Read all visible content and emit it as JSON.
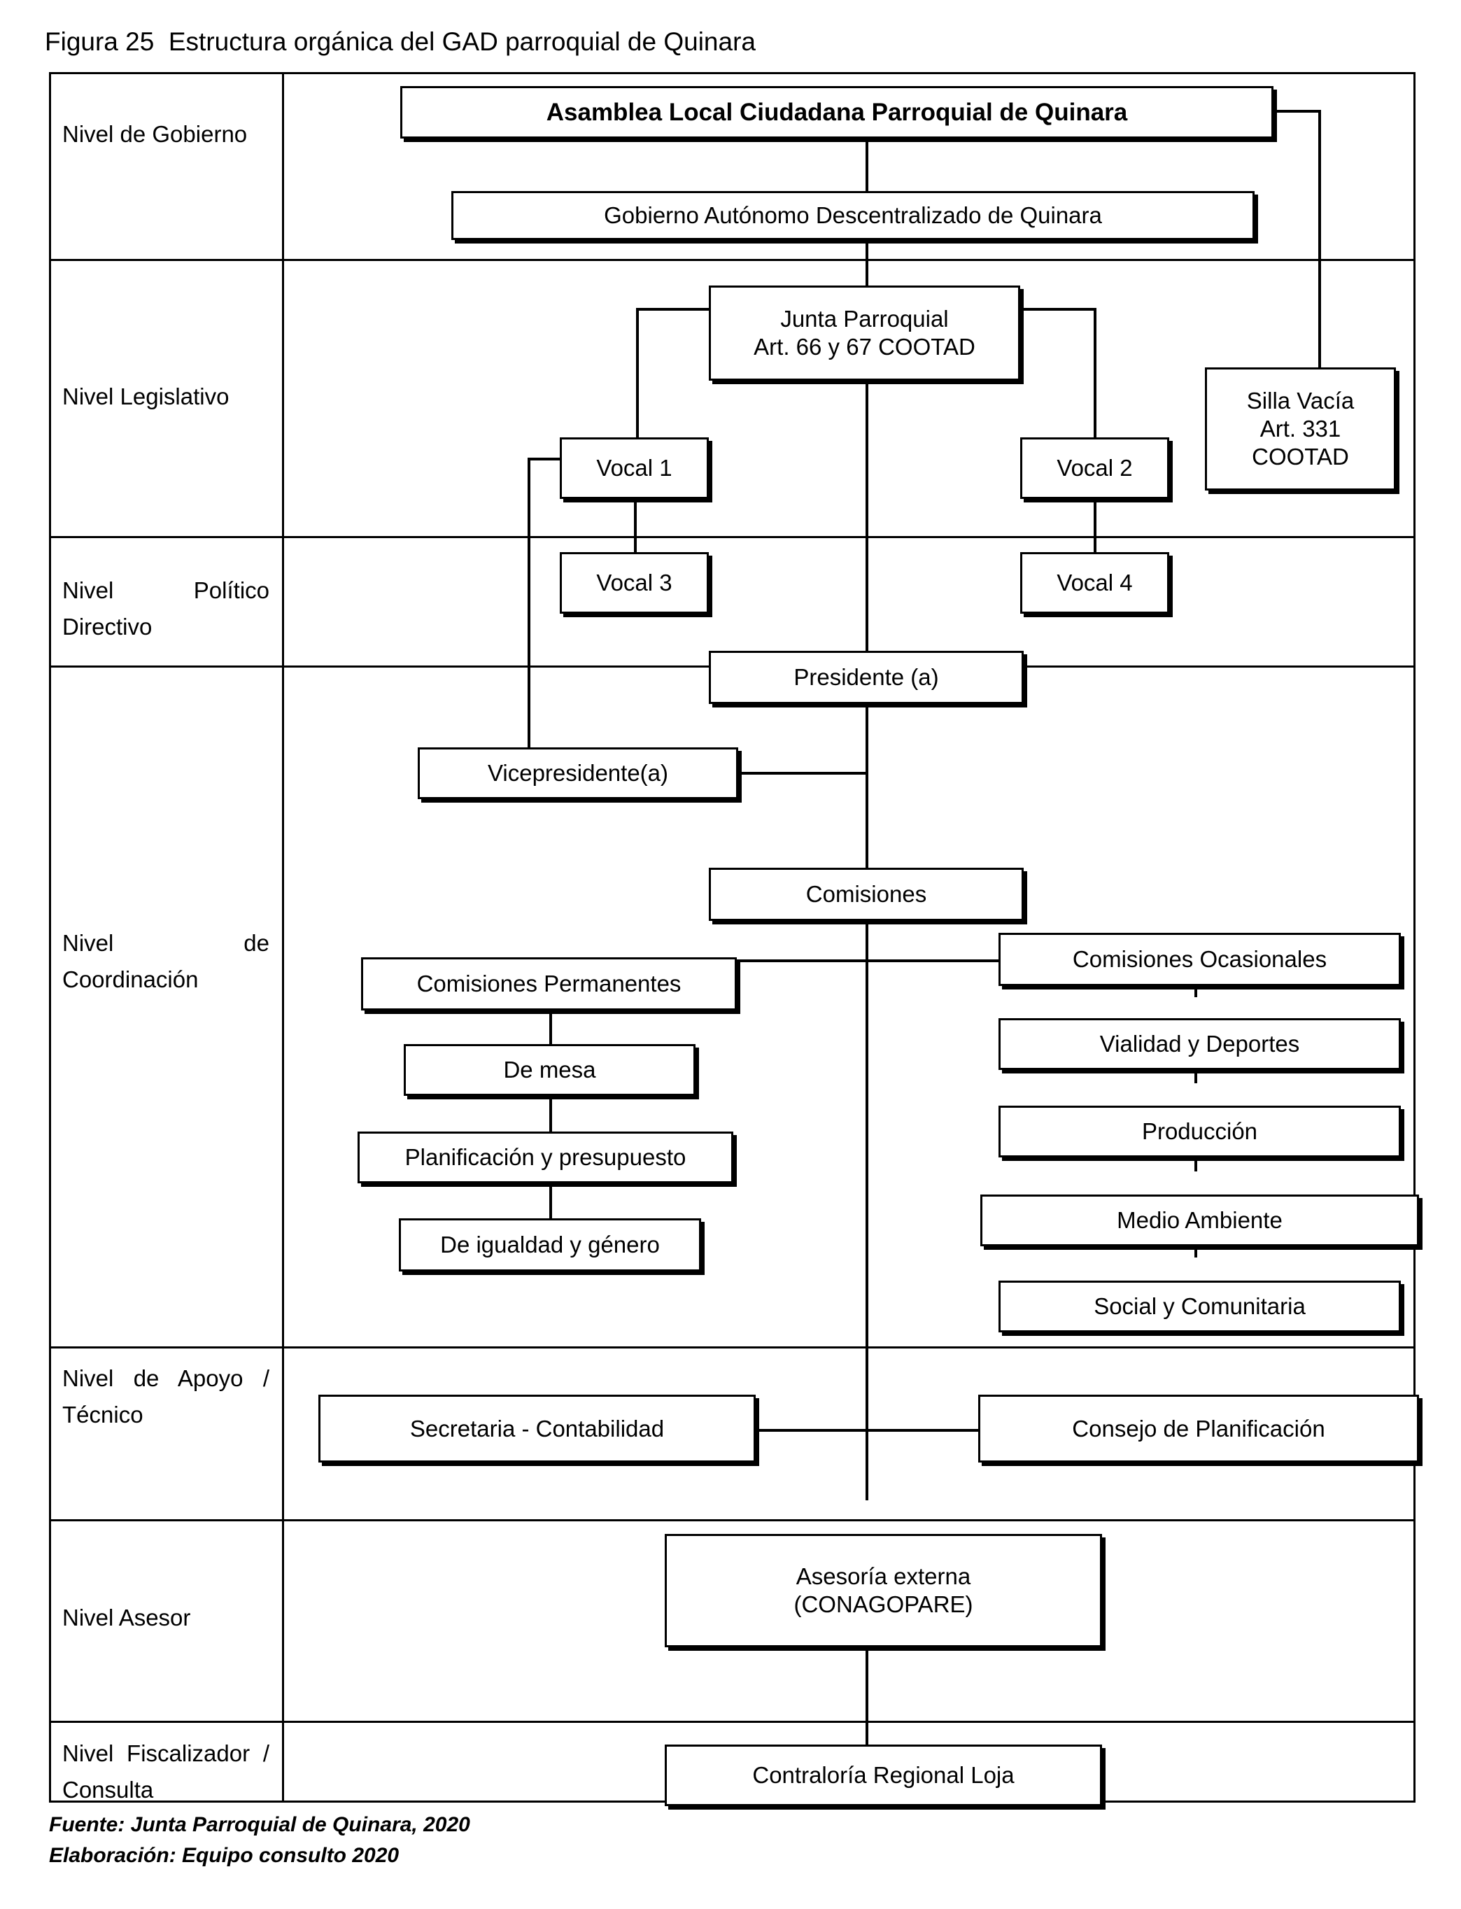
{
  "figure": {
    "caption": "Figura 25  Estructura orgánica del GAD parroquial de Quinara"
  },
  "levels": [
    {
      "id": "gobierno",
      "label": "Nivel de\nGobierno"
    },
    {
      "id": "legislativo",
      "label": "Nivel Legislativo"
    },
    {
      "id": "politico",
      "label": "Nivel Político\nDirectivo"
    },
    {
      "id": "coordinacion",
      "label": "Nivel de\nCoordinación"
    },
    {
      "id": "apoyo",
      "label": "Nivel de Apoyo /\nTécnico"
    },
    {
      "id": "asesor",
      "label": "Nivel Asesor"
    },
    {
      "id": "fiscalizador",
      "label": "Nivel Fiscalizador\n/ Consulta"
    }
  ],
  "nodes": {
    "asamblea": "Asamblea Local Ciudadana Parroquial de Quinara",
    "gad": "Gobierno Autónomo Descentralizado de Quinara",
    "junta": "Junta Parroquial\nArt. 66 y 67 COOTAD",
    "silla_vacia": "Silla Vacía\nArt. 331\nCOOTAD",
    "vocal1": "Vocal 1",
    "vocal2": "Vocal 2",
    "vocal3": "Vocal 3",
    "vocal4": "Vocal 4",
    "presidente": "Presidente (a)",
    "vicepresidente": "Vicepresidente(a)",
    "comisiones": "Comisiones",
    "com_permanentes": "Comisiones Permanentes",
    "de_mesa": "De mesa",
    "planificacion": "Planificación y presupuesto",
    "igualdad": "De igualdad y  género",
    "com_ocasionales": "Comisiones Ocasionales",
    "vialidad": "Vialidad y Deportes",
    "produccion": "Producción",
    "medio_ambiente": "Medio Ambiente",
    "social": "Social y Comunitaria",
    "secretaria": "Secretaria - Contabilidad",
    "consejo": "Consejo de Planificación",
    "asesoria": "Asesoría externa\n(CONAGOPARE)",
    "contraloria": "Contraloría Regional Loja"
  },
  "footer": {
    "fuente": "Fuente: Junta Parroquial de Quinara, 2020",
    "elaboracion": "Elaboración: Equipo consulto 2020"
  },
  "chart_data": {
    "type": "diagram",
    "subtype": "organizational-chart",
    "title": "Figura 25  Estructura orgánica del GAD parroquial de Quinara",
    "orientation": "top-down",
    "swimlanes": [
      "Nivel de Gobierno",
      "Nivel Legislativo",
      "Nivel Político Directivo",
      "Nivel de Coordinación",
      "Nivel de Apoyo / Técnico",
      "Nivel Asesor",
      "Nivel Fiscalizador / Consulta"
    ],
    "nodes": [
      {
        "id": "asamblea",
        "label": "Asamblea Local Ciudadana Parroquial de Quinara",
        "level": "Nivel de Gobierno"
      },
      {
        "id": "gad",
        "label": "Gobierno Autónomo Descentralizado de Quinara",
        "level": "Nivel de Gobierno"
      },
      {
        "id": "junta",
        "label": "Junta Parroquial Art. 66 y 67 COOTAD",
        "level": "Nivel Legislativo"
      },
      {
        "id": "silla_vacia",
        "label": "Silla Vacía Art. 331 COOTAD",
        "level": "Nivel Legislativo"
      },
      {
        "id": "vocal1",
        "label": "Vocal 1",
        "level": "Nivel Legislativo"
      },
      {
        "id": "vocal2",
        "label": "Vocal 2",
        "level": "Nivel Legislativo"
      },
      {
        "id": "vocal3",
        "label": "Vocal 3",
        "level": "Nivel Legislativo"
      },
      {
        "id": "vocal4",
        "label": "Vocal 4",
        "level": "Nivel Legislativo"
      },
      {
        "id": "presidente",
        "label": "Presidente (a)",
        "level": "Nivel Político Directivo"
      },
      {
        "id": "vicepresidente",
        "label": "Vicepresidente(a)",
        "level": "Nivel Político Directivo"
      },
      {
        "id": "comisiones",
        "label": "Comisiones",
        "level": "Nivel de Coordinación"
      },
      {
        "id": "com_permanentes",
        "label": "Comisiones Permanentes",
        "level": "Nivel de Coordinación"
      },
      {
        "id": "de_mesa",
        "label": "De mesa",
        "level": "Nivel de Coordinación"
      },
      {
        "id": "planificacion",
        "label": "Planificación y presupuesto",
        "level": "Nivel de Coordinación"
      },
      {
        "id": "igualdad",
        "label": "De igualdad y  género",
        "level": "Nivel de Coordinación"
      },
      {
        "id": "com_ocasionales",
        "label": "Comisiones Ocasionales",
        "level": "Nivel de Coordinación"
      },
      {
        "id": "vialidad",
        "label": "Vialidad y Deportes",
        "level": "Nivel de Coordinación"
      },
      {
        "id": "produccion",
        "label": "Producción",
        "level": "Nivel de Coordinación"
      },
      {
        "id": "medio_ambiente",
        "label": "Medio Ambiente",
        "level": "Nivel de Coordinación"
      },
      {
        "id": "social",
        "label": "Social y Comunitaria",
        "level": "Nivel de Coordinación"
      },
      {
        "id": "secretaria",
        "label": "Secretaria - Contabilidad",
        "level": "Nivel de Apoyo / Técnico"
      },
      {
        "id": "consejo",
        "label": "Consejo de Planificación",
        "level": "Nivel de Apoyo / Técnico"
      },
      {
        "id": "asesoria",
        "label": "Asesoría externa (CONAGOPARE)",
        "level": "Nivel Asesor"
      },
      {
        "id": "contraloria",
        "label": "Contraloría Regional Loja",
        "level": "Nivel Fiscalizador / Consulta"
      }
    ],
    "edges": [
      {
        "from": "asamblea",
        "to": "gad"
      },
      {
        "from": "asamblea",
        "to": "silla_vacia"
      },
      {
        "from": "gad",
        "to": "junta"
      },
      {
        "from": "junta",
        "to": "vocal1"
      },
      {
        "from": "junta",
        "to": "vocal2"
      },
      {
        "from": "vocal1",
        "to": "vocal3"
      },
      {
        "from": "vocal2",
        "to": "vocal4"
      },
      {
        "from": "vocal1",
        "to": "vicepresidente"
      },
      {
        "from": "junta",
        "to": "presidente"
      },
      {
        "from": "presidente",
        "to": "vicepresidente"
      },
      {
        "from": "presidente",
        "to": "comisiones"
      },
      {
        "from": "comisiones",
        "to": "com_permanentes"
      },
      {
        "from": "comisiones",
        "to": "com_ocasionales"
      },
      {
        "from": "com_permanentes",
        "to": "de_mesa"
      },
      {
        "from": "de_mesa",
        "to": "planificacion"
      },
      {
        "from": "planificacion",
        "to": "igualdad"
      },
      {
        "from": "com_ocasionales",
        "to": "vialidad"
      },
      {
        "from": "vialidad",
        "to": "produccion"
      },
      {
        "from": "produccion",
        "to": "medio_ambiente"
      },
      {
        "from": "medio_ambiente",
        "to": "social"
      },
      {
        "from": "comisiones",
        "to": "secretaria"
      },
      {
        "from": "comisiones",
        "to": "consejo"
      },
      {
        "from": "secretaria",
        "to": "asesoria"
      },
      {
        "from": "asesoria",
        "to": "contraloria"
      }
    ]
  }
}
